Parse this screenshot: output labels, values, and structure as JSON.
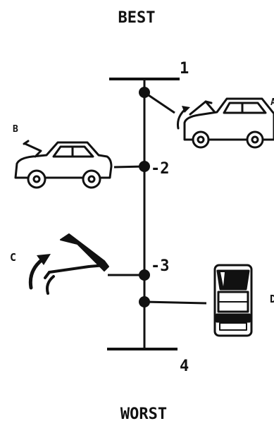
{
  "labels": {
    "top": "BEST",
    "bottom": "WORST"
  },
  "scale": {
    "tick_1": "1",
    "tick_2": "-2",
    "tick_3": "-3",
    "tick_4": "4"
  },
  "items": [
    {
      "letter": "A",
      "description": "car with open hood, arrow"
    },
    {
      "letter": "B",
      "description": "car with open trunk"
    },
    {
      "letter": "C",
      "description": "open hood close-up, arrow"
    },
    {
      "letter": "D",
      "description": "front view of car"
    }
  ],
  "colors": {
    "ink": "#111111",
    "background": "#ffffff"
  }
}
